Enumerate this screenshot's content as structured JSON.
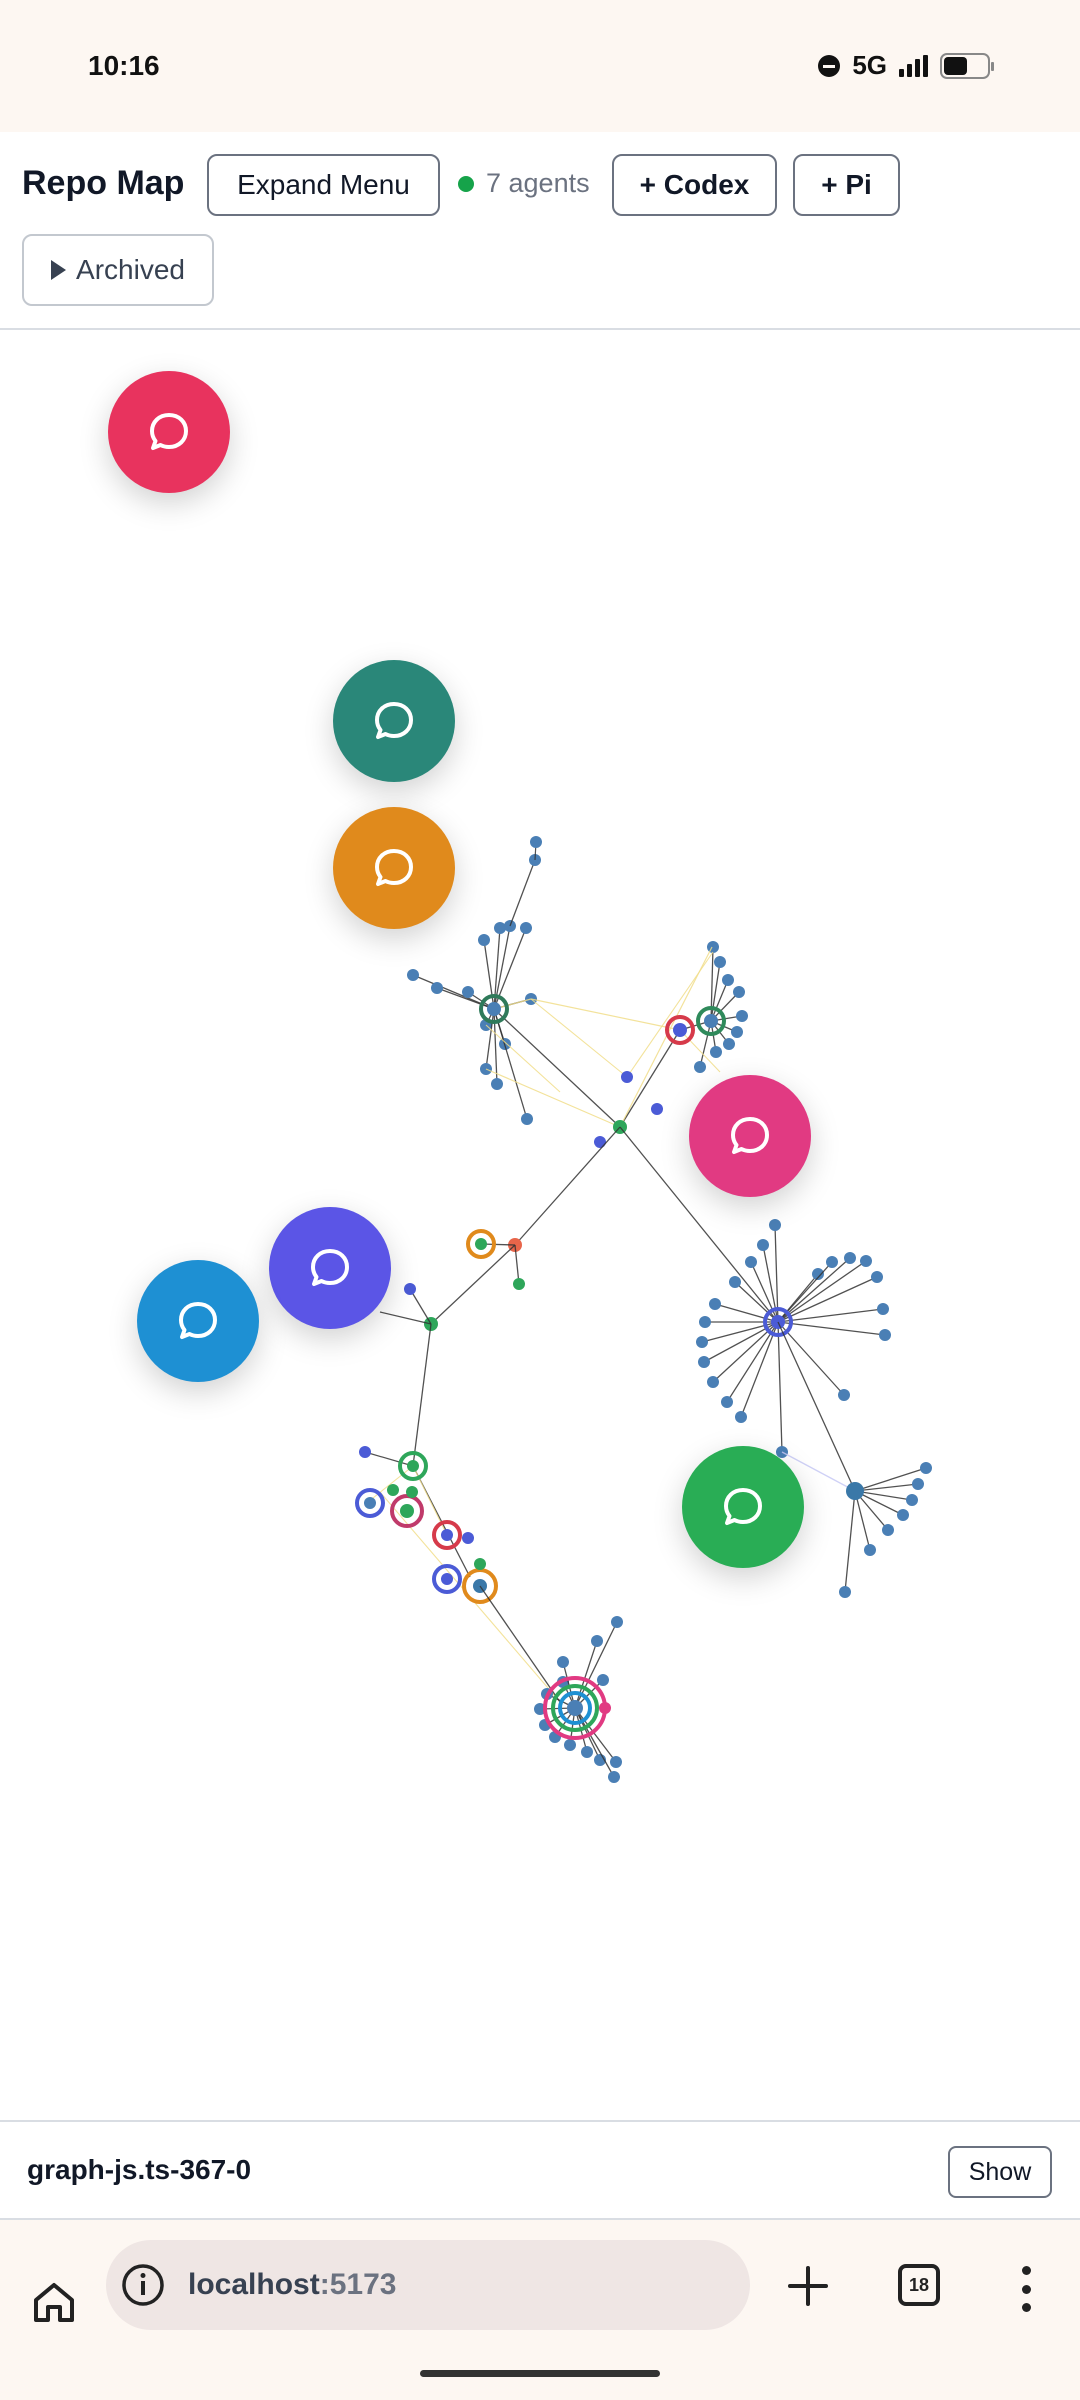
{
  "status": {
    "time": "10:16",
    "network": "5G",
    "icons": [
      "do-not-disturb-icon",
      "signal-icon",
      "battery-icon"
    ],
    "battery_level": 0.55
  },
  "toolbar": {
    "title": "Repo Map",
    "expand_label": "Expand Menu",
    "agents_label": "7 agents",
    "agents_status_color": "#16a34a",
    "codex_label": "+ Codex",
    "pi_label": "+ Pi",
    "archived_label": "Archived"
  },
  "agents": [
    {
      "color": "#e8335e",
      "icon": "chat-bubble-icon"
    },
    {
      "color": "#2a8779",
      "icon": "chat-bubble-icon"
    },
    {
      "color": "#e08a1c",
      "icon": "chat-bubble-icon"
    },
    {
      "color": "#e13a82",
      "icon": "chat-bubble-icon"
    },
    {
      "color": "#5b55e6",
      "icon": "chat-bubble-icon"
    },
    {
      "color": "#1e90d3",
      "icon": "chat-bubble-icon"
    },
    {
      "color": "#29ad55",
      "icon": "chat-bubble-icon"
    }
  ],
  "graph": {
    "node_color": "#4a7fb5",
    "highlight_color": "#4b5bd6",
    "edge_color": "#333333",
    "secondary_edge_color": "#f1de8a"
  },
  "footer": {
    "node_label": "graph-js.ts-367-0",
    "show_label": "Show"
  },
  "browser": {
    "url_host": "localhost",
    "url_port": ":5173",
    "tab_count": "18"
  }
}
